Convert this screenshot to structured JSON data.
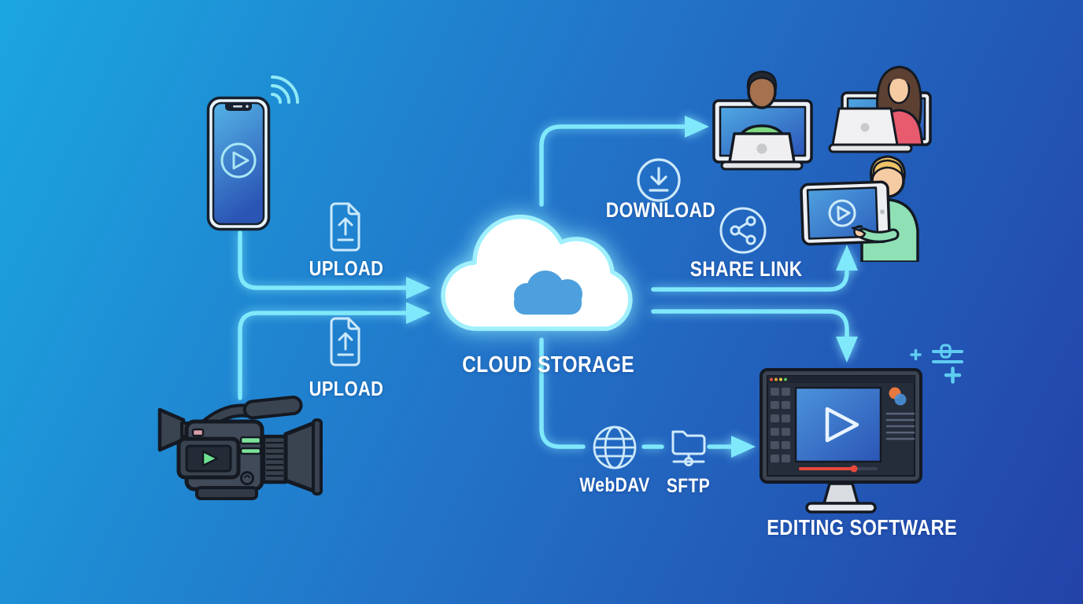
{
  "diagram": {
    "background": {
      "gradient_start": "#1ba6df",
      "gradient_mid": "#2274c9",
      "gradient_end": "#2342a8"
    },
    "colors": {
      "connector": "#7fe9fb",
      "icon_outline": "#cde9fb",
      "label_text": "#ffffff",
      "cloud_fill": "#ffffff",
      "cloud_outline": "#9ff0fc",
      "inner_cloud": "#4da0dd",
      "camera_body": "#414a59",
      "camera_accent_green": "#7fe39b",
      "monitor_progress_red": "#e8493c",
      "shirt_green": "#7fd981",
      "shirt_red": "#e85a6e",
      "shirt_mint": "#8fe0b5"
    },
    "labels": {
      "upload_top": "UPLOAD",
      "upload_bottom": "UPLOAD",
      "cloud_storage": "CLOUD STORAGE",
      "download": "DOWNLOAD",
      "share_link": "SHARE LINK",
      "webdav": "WebDAV",
      "sftp": "SFTP",
      "editing_software": "EDITING SOFTWARE"
    },
    "nodes": {
      "sources": [
        "smartphone-with-play-video",
        "professional-video-camera"
      ],
      "hub": "cloud-storage",
      "transfer_methods": [
        "upload",
        "upload",
        "download",
        "share-link",
        "webdav",
        "sftp"
      ],
      "destinations": [
        "viewers-on-laptops",
        "tablet-viewer",
        "editing-software-workstation"
      ]
    }
  }
}
